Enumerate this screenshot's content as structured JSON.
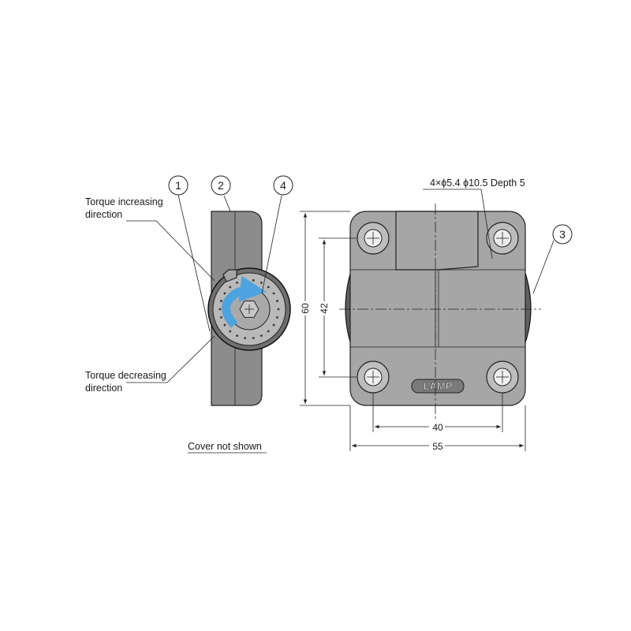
{
  "labels": {
    "torque_increasing": [
      "Torque increasing",
      "direction"
    ],
    "torque_decreasing": [
      "Torque decreasing",
      "direction"
    ],
    "cover_note": "Cover not shown",
    "hole_spec": "4×ϕ5.4 ϕ10.5 Depth 5"
  },
  "callouts": [
    "1",
    "2",
    "3",
    "4"
  ],
  "dimensions": {
    "height_total": "60",
    "height_holes": "42",
    "width_holes": "40",
    "width_total": "55"
  },
  "brand": "LAMP",
  "colors": {
    "body": "#a6a6a6",
    "body_dark": "#8c8c8c",
    "arrow": "#4da3df",
    "line": "#222222"
  }
}
